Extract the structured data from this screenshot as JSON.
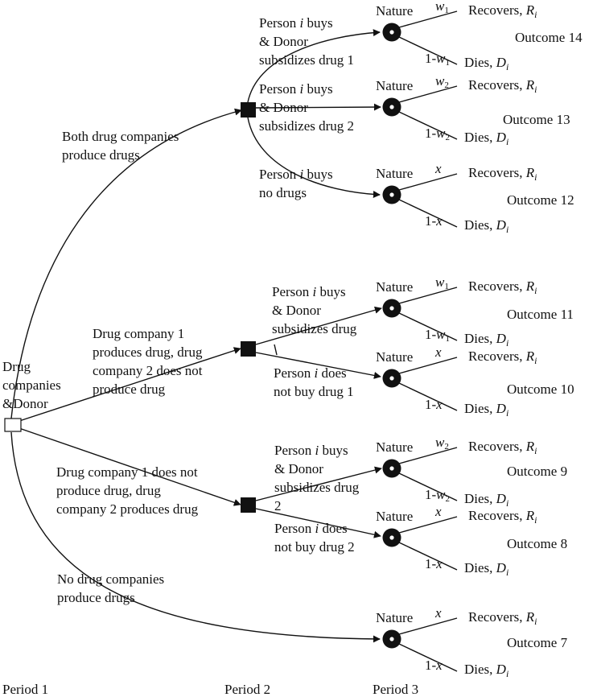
{
  "root": {
    "label_lines": [
      "Drug",
      "companies",
      "&Donor"
    ]
  },
  "nature_label": "Nature",
  "recovers_prefix": "Recovers, ",
  "dies_prefix": "Dies, ",
  "recovers_var": "R",
  "dies_var": "D",
  "index": "i",
  "periods": [
    "Period 1",
    "Period 2",
    "Period 3"
  ],
  "first_moves": [
    {
      "lines": [
        "Both drug companies",
        "produce drugs"
      ]
    },
    {
      "lines": [
        "Drug company 1",
        "produces drug, drug",
        "company 2 does not",
        "produce drug"
      ]
    },
    {
      "lines": [
        "Drug company 1 does not",
        "produce drug, drug",
        "company 2 produces drug"
      ]
    },
    {
      "lines": [
        "No drug companies",
        "produce drugs"
      ]
    }
  ],
  "person_moves": [
    {
      "line1": [
        "Person ",
        "i",
        " buys"
      ],
      "lines": [
        "& Donor",
        "subsidizes drug 1"
      ]
    },
    {
      "line1": [
        "Person ",
        "i",
        " buys"
      ],
      "lines": [
        "& Donor",
        "subsidizes drug 2"
      ]
    },
    {
      "line1": [
        "Person ",
        "i",
        " buys"
      ],
      "lines": [
        "no drugs"
      ]
    },
    {
      "line1": [
        "Person ",
        "i",
        " buys"
      ],
      "lines": [
        "& Donor",
        "subsidizes drug"
      ]
    },
    {
      "line1": [
        "Person ",
        "i",
        " does"
      ],
      "lines": [
        "not buy drug 1"
      ]
    },
    {
      "line1": [
        "Person ",
        "i",
        " buys"
      ],
      "lines": [
        "& Donor",
        "subsidizes drug",
        "2"
      ]
    },
    {
      "line1": [
        "Person ",
        "i",
        " does"
      ],
      "lines": [
        "not buy drug 2"
      ]
    }
  ],
  "outcomes": [
    {
      "label": "Outcome 14",
      "p_var": "w",
      "p_sub": "1",
      "one_minus": "1-"
    },
    {
      "label": "Outcome 13",
      "p_var": "w",
      "p_sub": "2",
      "one_minus": "1-"
    },
    {
      "label": "Outcome 12",
      "p_var": "x",
      "p_sub": "",
      "one_minus": "1-"
    },
    {
      "label": "Outcome 11",
      "p_var": "w",
      "p_sub": "1",
      "one_minus": "1-"
    },
    {
      "label": "Outcome 10",
      "p_var": "x",
      "p_sub": "",
      "one_minus": "1-"
    },
    {
      "label": "Outcome 9",
      "p_var": "w",
      "p_sub": "2",
      "one_minus": "1-"
    },
    {
      "label": "Outcome 8",
      "p_var": "x",
      "p_sub": "",
      "one_minus": "1-"
    },
    {
      "label": "Outcome 7",
      "p_var": "x",
      "p_sub": "",
      "one_minus": "1-"
    }
  ]
}
